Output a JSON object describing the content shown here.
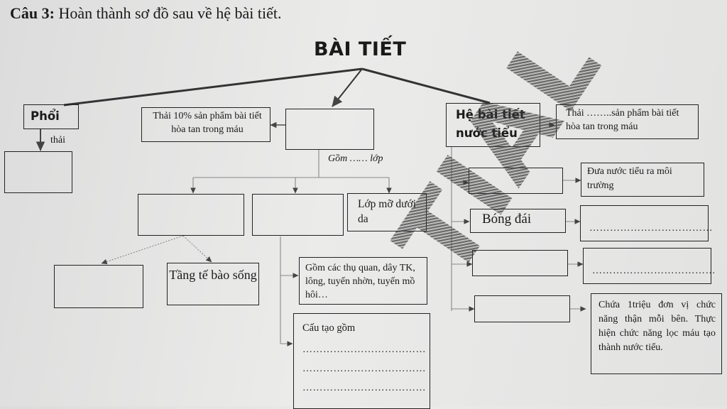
{
  "question": {
    "label": "Câu 3:",
    "text": "Hoàn thành sơ đồ sau về hệ bài tiết."
  },
  "root": "BÀI TIẾT",
  "lung": {
    "title": "Phổi",
    "edge_label": "thải"
  },
  "skin_excretes": "Thải 10% sản phẩm bài tiết hòa tan trong máu",
  "skin_layers_label": "Gồm …… lớp",
  "skin_layers": {
    "third": "Lớp mỡ dưới da"
  },
  "epidermis": {
    "living_layer": "Tầng tế bào sống"
  },
  "dermis": {
    "includes": "Gồm các thụ quan, dây TK, lông, tuyến nhờn, tuyến mồ hôi…",
    "structure_label": "Cấu tạo gồm",
    "blanks": [
      "………………………………",
      "………………………………",
      "………………………………"
    ]
  },
  "urinary": {
    "title": "Hệ bài tiết nước tiểu",
    "excretes": "Thải ……..sản phẩm bài tiết hòa tan trong máu",
    "ureter_desc": "Đưa nước tiểu ra môi trường",
    "bladder": "Bóng đái",
    "blank1": "………………………………",
    "blank2": "………………………………",
    "kidney_desc": "Chứa 1triệu đơn vị chức năng thận mỗi bên. Thực hiện chức năng lọc máu tạo thành nước tiểu."
  },
  "watermark": "TIAL"
}
